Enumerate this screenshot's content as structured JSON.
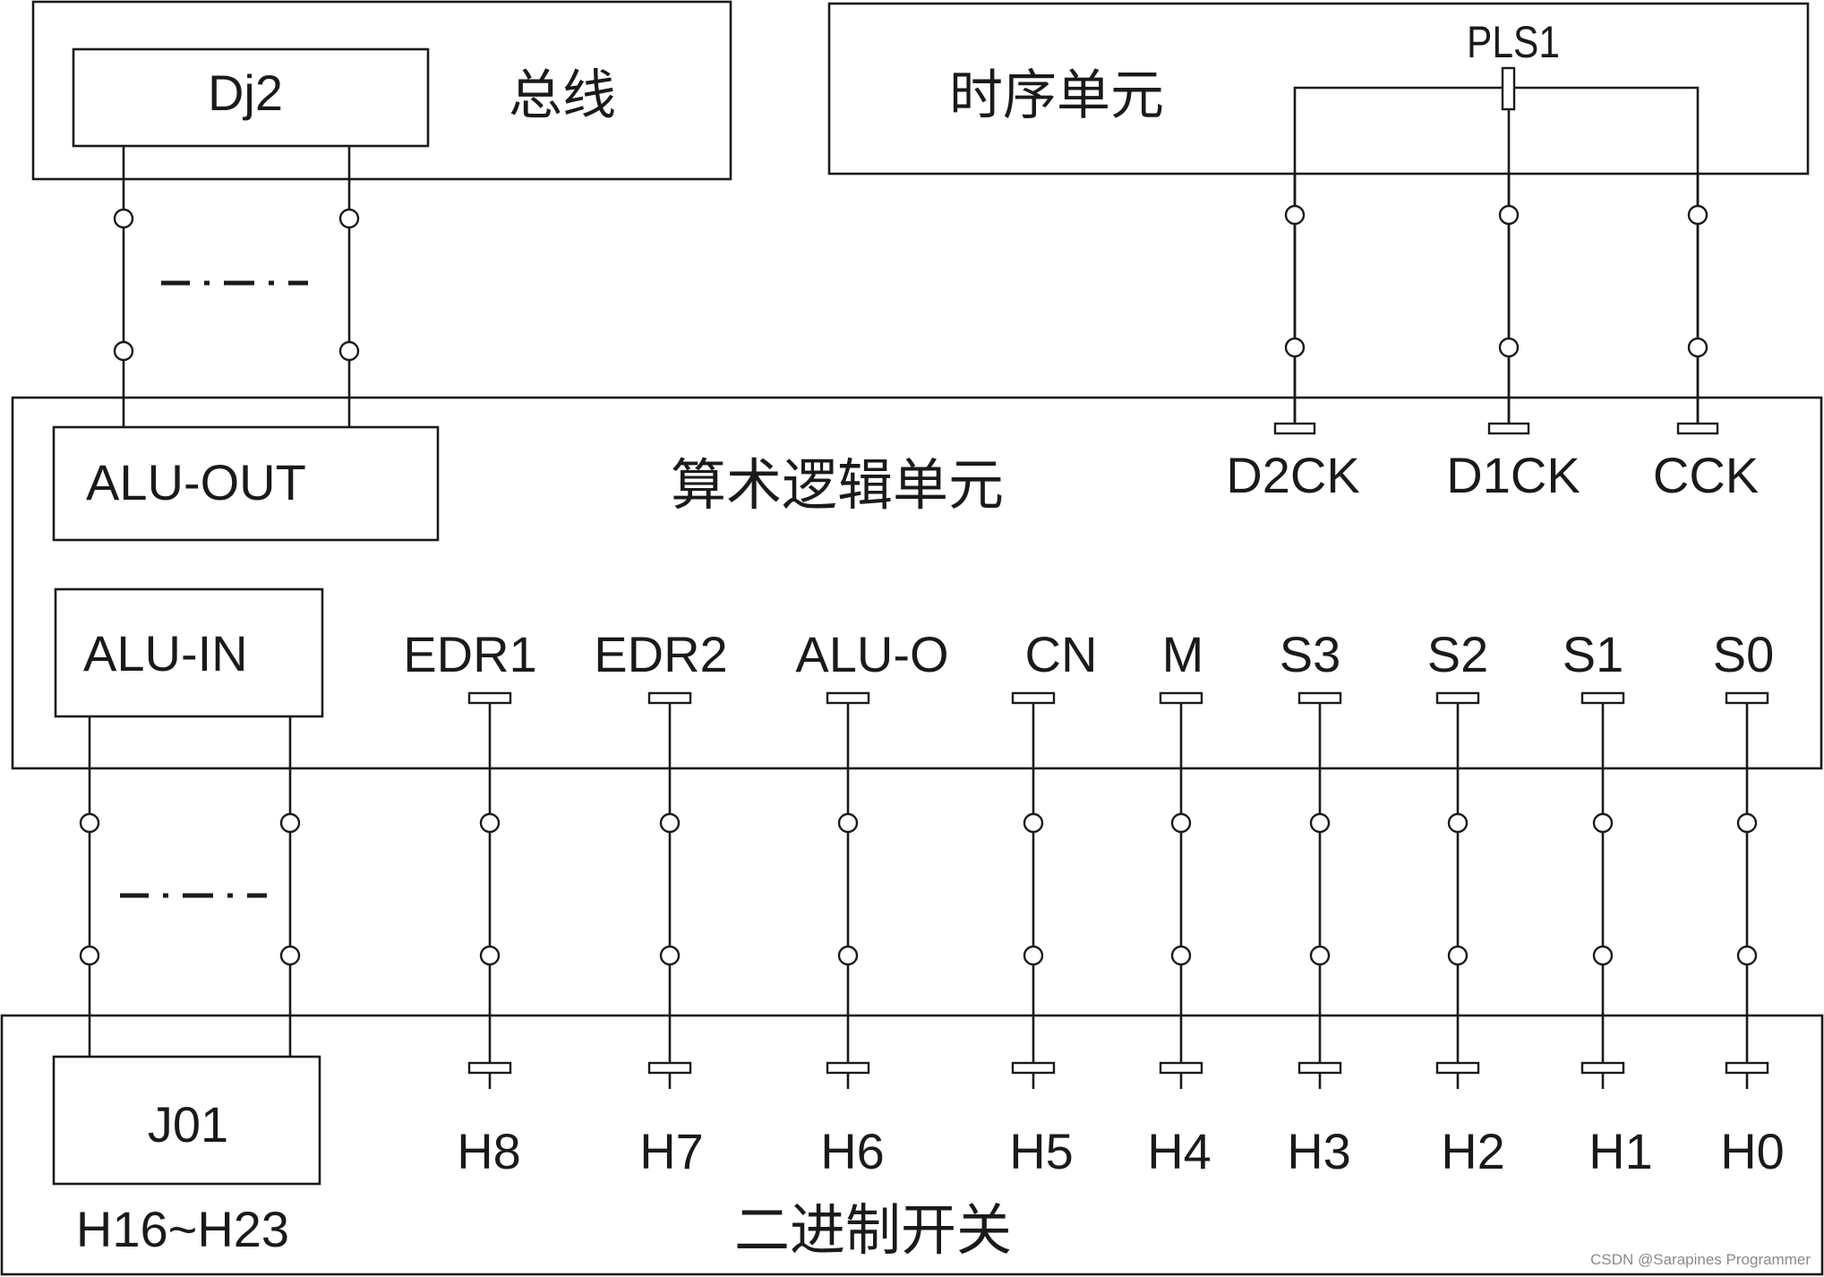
{
  "units": {
    "bus": {
      "title": "总线",
      "chip": "Dj2"
    },
    "timing": {
      "title": "时序单元",
      "signal": "PLS1"
    },
    "alu": {
      "title": "算术逻辑单元",
      "out_label": "ALU-OUT",
      "in_label": "ALU-IN"
    },
    "switches": {
      "title": "二进制开关",
      "chip": "J01",
      "range": "H16~H23"
    }
  },
  "timing_pins": [
    "D2CK",
    "D1CK",
    "CCK"
  ],
  "alu_control_pins": [
    "EDR1",
    "EDR2",
    "ALU-O",
    "CN",
    "M",
    "S3",
    "S2",
    "S1",
    "S0"
  ],
  "switch_pins": [
    "H8",
    "H7",
    "H6",
    "H5",
    "H4",
    "H3",
    "H2",
    "H1",
    "H0"
  ],
  "watermark": "CSDN @Sarapines Programmer"
}
